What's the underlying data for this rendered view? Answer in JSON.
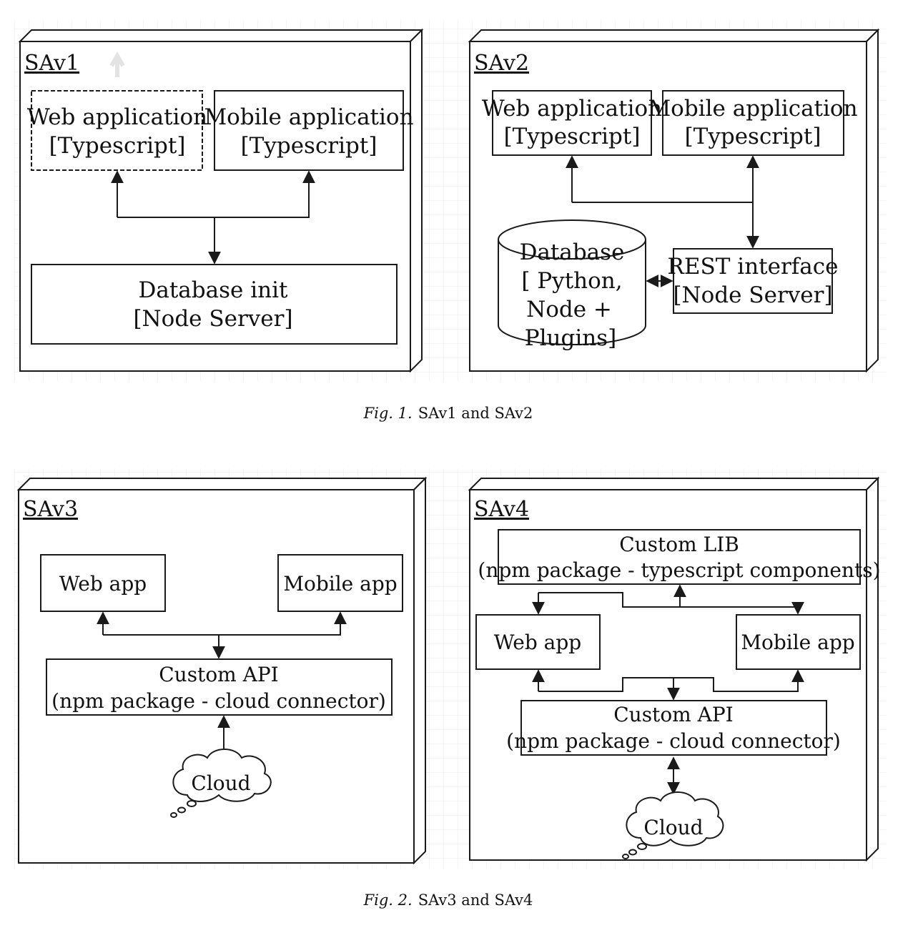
{
  "figure1": {
    "caption_prefix": "Fig. 1.",
    "caption_text": "SAv1 and SAv2",
    "sav1": {
      "title": "SAv1",
      "web": [
        "Web application",
        "[Typescript]"
      ],
      "mobile": [
        "Mobile application",
        "[Typescript]"
      ],
      "database": [
        "Database init",
        "[Node Server]"
      ]
    },
    "sav2": {
      "title": "SAv2",
      "web": [
        "Web application",
        "[Typescript]"
      ],
      "mobile": [
        "Mobile application",
        "[Typescript]"
      ],
      "database": [
        "Database",
        "[ Python,",
        "Node +",
        "Plugins]"
      ],
      "rest": [
        "REST interface",
        "[Node Server]"
      ]
    }
  },
  "figure2": {
    "caption_prefix": "Fig. 2.",
    "caption_text": "SAv3 and SAv4",
    "sav3": {
      "title": "SAv3",
      "web": "Web app",
      "mobile": "Mobile app",
      "api": [
        "Custom API",
        "(npm package - cloud connector)"
      ],
      "cloud": "Cloud"
    },
    "sav4": {
      "title": "SAv4",
      "lib": [
        "Custom LIB",
        "(npm package - typescript components)"
      ],
      "web": "Web app",
      "mobile": "Mobile app",
      "api": [
        "Custom API",
        "(npm package - cloud connector)"
      ],
      "cloud": "Cloud"
    }
  }
}
